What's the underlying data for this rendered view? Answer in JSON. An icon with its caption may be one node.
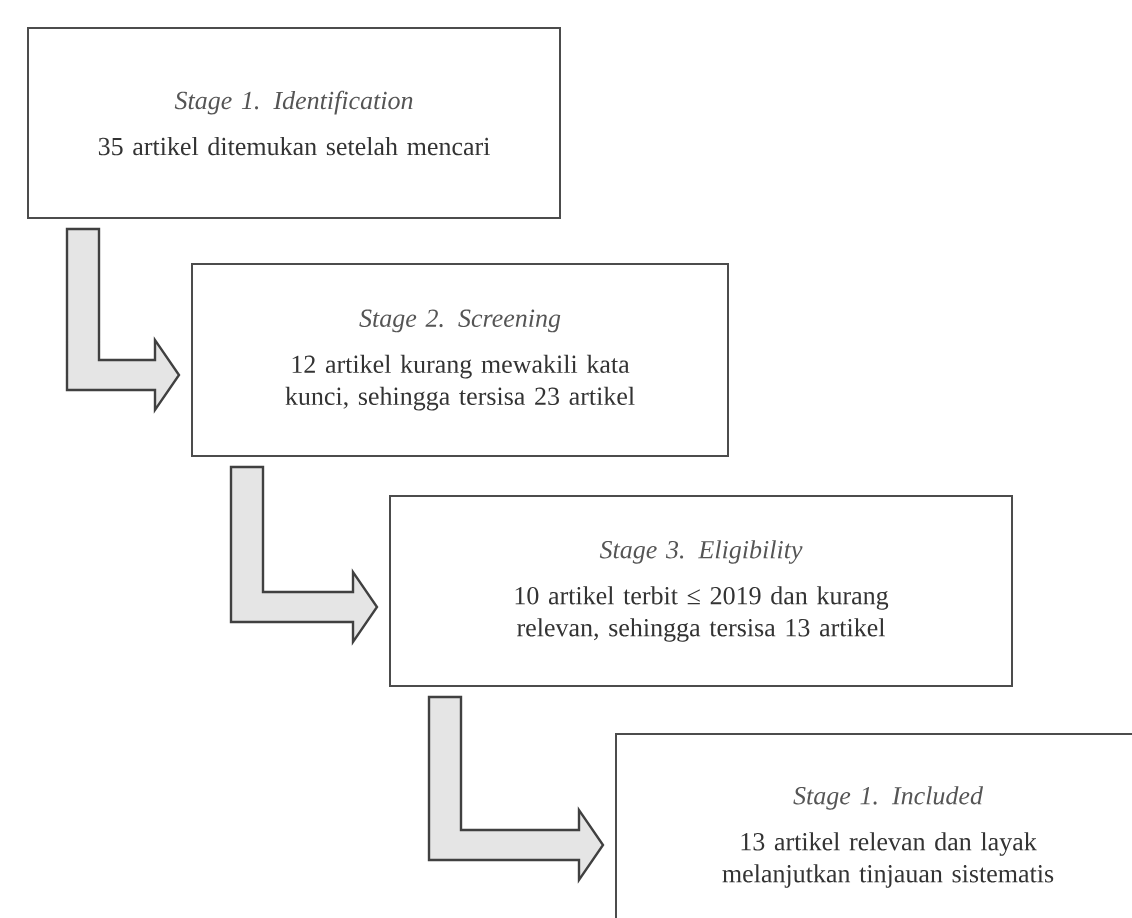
{
  "diagram": {
    "nodes": [
      {
        "text": [
          "Stage 1. Identification",
          "35 artikel ditemukan setelah mencari"
        ]
      },
      {
        "text": [
          "Stage 2. Screening",
          "12 artikel kurang mewakili kata kunci, sehingga tersisa 23 artikel"
        ]
      },
      {
        "text": [
          "Stage 3. Eligibility",
          "10 artikel terbit ≤ 2019 dan kurang relevan, sehingga tersisa 13 artikel"
        ]
      },
      {
        "text": [
          "Stage 1. Included",
          "13 artikel relevan dan layak melanjutkan tinjauan sistematis"
        ]
      }
    ],
    "edges": [
      {
        "from": 0,
        "to": 1,
        "arrow": "to"
      },
      {
        "from": 1,
        "to": 2,
        "arrow": "to"
      },
      {
        "from": 2,
        "to": 3,
        "arrow": "to"
      }
    ]
  }
}
